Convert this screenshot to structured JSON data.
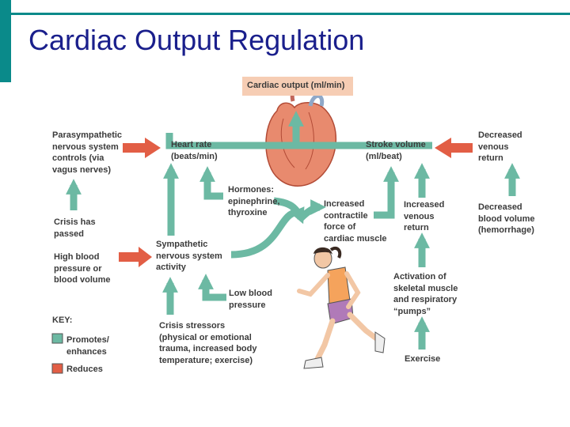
{
  "slide": {
    "title": "Cardiac Output Regulation"
  },
  "nodes": {
    "cardiac_output": "Cardiac output (ml/min)",
    "heart_rate": "Heart rate\n(beats/min)",
    "stroke_volume": "Stroke volume\n(ml/beat)",
    "parasympathetic": "Parasympathetic\nnervous system\ncontrols (via\nvagus nerves)",
    "decreased_venous_return": "Decreased\nvenous\nreturn",
    "hormones": "Hormones:\nepinephrine,\nthyroxine",
    "increased_contractile": "Increased\ncontractile\nforce of\ncardiac muscle",
    "increased_venous_return": "Increased\nvenous\nreturn",
    "decreased_blood_volume": "Decreased\nblood volume\n(hemorrhage)",
    "crisis_passed": "Crisis has\npassed",
    "high_bp": "High blood\npressure or\nblood volume",
    "sympathetic": "Sympathetic\nnervous system\nactivity",
    "low_bp": "Low blood\npressure",
    "activation": "Activation of\nskeletal muscle\nand respiratory\n“pumps”",
    "crisis_stressors": "Crisis stressors\n(physical or emotional\ntrauma, increased body\ntemperature; exercise)",
    "exercise": "Exercise"
  },
  "key": {
    "title": "KEY:",
    "promotes": "Promotes/\nenhances",
    "reduces": "Reduces"
  },
  "colors": {
    "promotes": "#6cb9a3",
    "reduces": "#e25e45",
    "title": "#1a1f8c",
    "accent": "#0a8a8a",
    "output_box": "#f6cdb4"
  },
  "icons": {
    "heart": "heart-illustration",
    "runner": "runner-illustration"
  }
}
